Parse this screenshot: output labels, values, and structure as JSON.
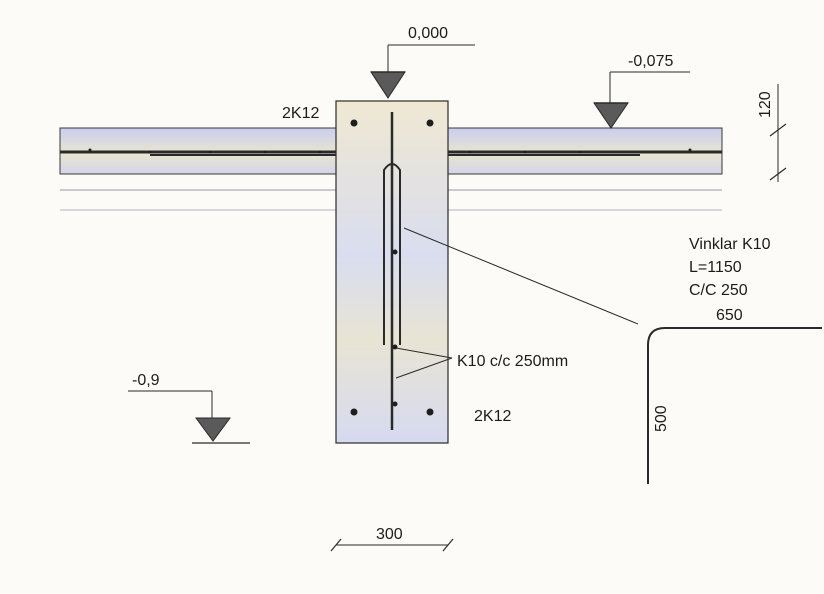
{
  "levels": {
    "top": "0,000",
    "right": "-0,075",
    "left": "-0,9"
  },
  "rebar": {
    "top_bars": "2K12",
    "bottom_bars": "2K12",
    "stirrups": "K10 c/c 250mm"
  },
  "dimensions": {
    "slab_thickness": "120",
    "beam_width": "300"
  },
  "bent_bar": {
    "line1": "Vinklar K10",
    "line2": "L=1150",
    "line3": "C/C 250",
    "horizontal_leg": "650",
    "vertical_leg": "500"
  },
  "colors": {
    "concrete_fill": "#dcdce8",
    "slab_fill": "#cdd0ee",
    "line": "#2a2a2a",
    "marker": "#5a5a5a"
  }
}
